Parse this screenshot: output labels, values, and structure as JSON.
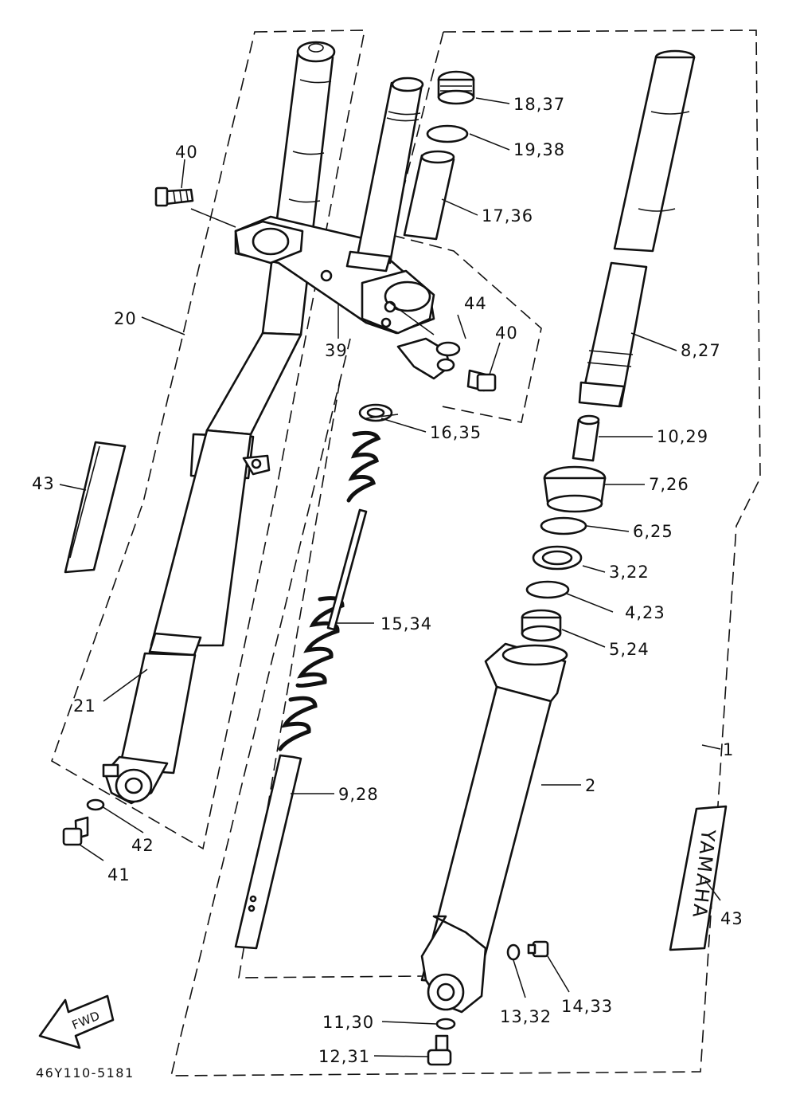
{
  "diagram": {
    "drawing_code": "46Y110-5181",
    "fwd_label": "FWD",
    "brand_text": "YAMAHA",
    "callouts": {
      "p1": "1",
      "p2": "2",
      "p3_22": "3,22",
      "p4_23": "4,23",
      "p5_24": "5,24",
      "p6_25": "6,25",
      "p7_26": "7,26",
      "p8_27": "8,27",
      "p9_28": "9,28",
      "p10_29": "10,29",
      "p11_30": "11,30",
      "p12_31": "12,31",
      "p13_32": "13,32",
      "p14_33": "14,33",
      "p15_34": "15,34",
      "p16_35": "16,35",
      "p17_36": "17,36",
      "p18_37": "18,37",
      "p19_38": "19,38",
      "p20": "20",
      "p21": "21",
      "p39": "39",
      "p40a": "40",
      "p40b": "40",
      "p41": "41",
      "p42": "42",
      "p43a": "43",
      "p43b": "43",
      "p44": "44"
    }
  }
}
